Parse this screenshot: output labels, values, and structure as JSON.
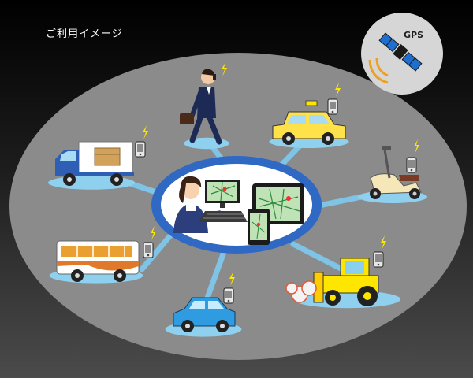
{
  "header": {
    "title": "ご利用イメージ"
  },
  "gps": {
    "label": "GPS",
    "icon": "satellite-icon"
  },
  "colors": {
    "field": "#8b8b8b",
    "hub_ring": "#2f69c4",
    "connector": "#7fc3e6",
    "pad": "#8fd0ef",
    "bolt": "#ffe600"
  },
  "nodes": [
    {
      "name": "businessman",
      "icon": "person-walking-phone-icon"
    },
    {
      "name": "taxi",
      "icon": "taxi-icon"
    },
    {
      "name": "scooter",
      "icon": "scooter-icon"
    },
    {
      "name": "bulldozer",
      "icon": "bulldozer-icon"
    },
    {
      "name": "car",
      "icon": "car-icon"
    },
    {
      "name": "bus",
      "icon": "bus-icon"
    },
    {
      "name": "truck",
      "icon": "truck-icon"
    }
  ],
  "hub": {
    "operator": "operator-icon",
    "devices": [
      "monitor-icon",
      "keyboard-icon",
      "tablet-icon",
      "smartphone-icon"
    ]
  }
}
